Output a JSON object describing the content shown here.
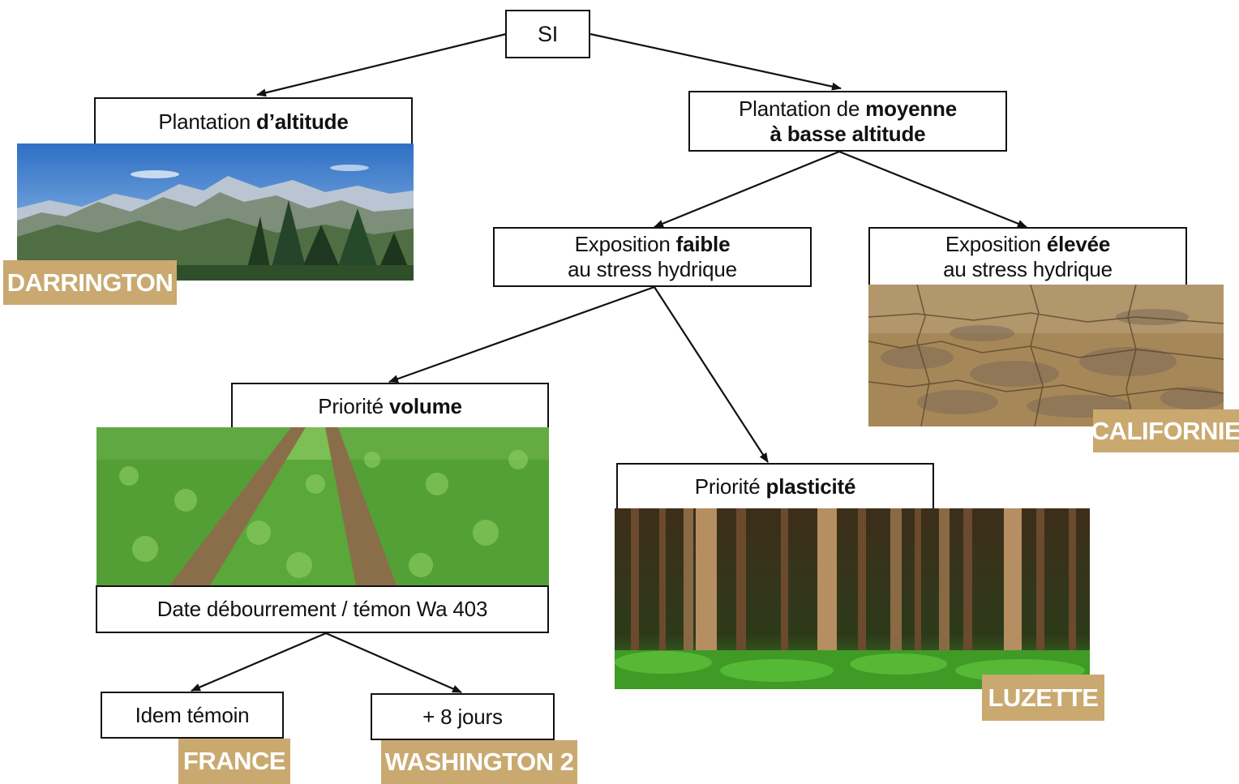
{
  "nodes": {
    "root": "SI",
    "altitude": {
      "pre": "Plantation ",
      "bold": "d’altitude"
    },
    "moyenne": {
      "line1_pre": "Plantation de ",
      "line1_bold": "moyenne",
      "line2_bold": "à basse altitude"
    },
    "faible": {
      "bold": "Exposition ",
      "bold_word": "faible",
      "line2": "au stress hydrique"
    },
    "elevee": {
      "pre": "Exposition ",
      "bold_word": "élevée",
      "line2": "au stress hydrique"
    },
    "volume": {
      "pre": "Priorité ",
      "bold_word": "volume"
    },
    "date": "Date débourrement / témon Wa 403",
    "plasticite": {
      "pre": "Priorité ",
      "bold_word": "plasticité"
    },
    "idem": "Idem témoin",
    "jours": "+ 8 jours"
  },
  "tags": {
    "darrington": "DARRINGTON",
    "californie": "CALIFORNIE",
    "luzette": "LUZETTE",
    "france": "FRANCE",
    "washington": "WASHINGTON 2"
  },
  "photos": {
    "mountains": "mountain-landscape-photo",
    "drought": "cracked-dry-soil-photo",
    "nursery": "seedling-nursery-rows-photo",
    "forest": "conifer-forest-photo"
  },
  "colors": {
    "tag": "#c9a970",
    "line": "#111111"
  }
}
